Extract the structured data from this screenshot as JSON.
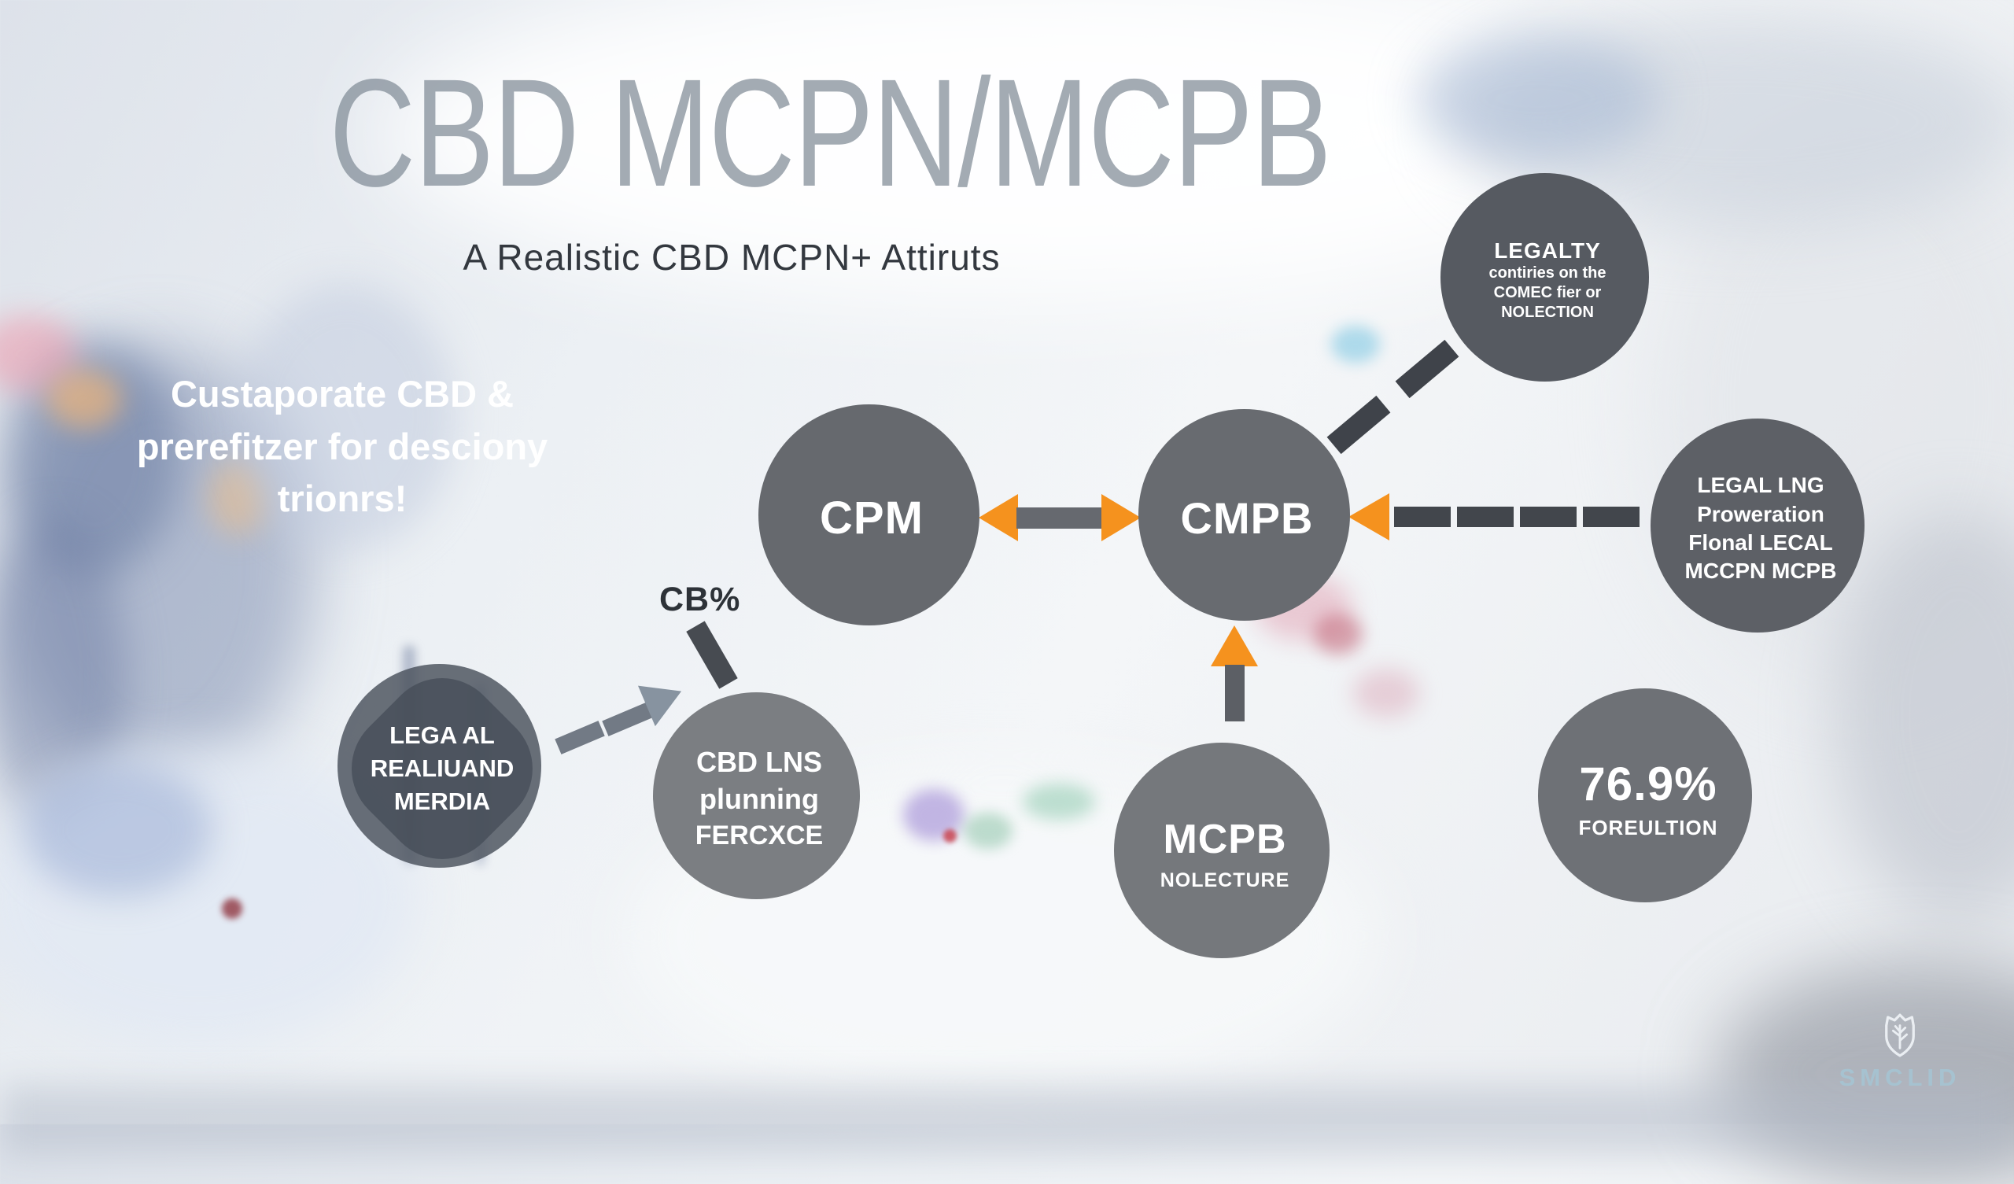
{
  "header": {
    "title": "CBD MCPN/MCPB",
    "subtitle": "A Realistic CBD MCPN+ Attiruts"
  },
  "tagline": {
    "lines": [
      "Custaporate CBD &",
      "prerefitzer for desciony",
      "trionrs!"
    ]
  },
  "labels": {
    "cb_percent": "CB%"
  },
  "nodes": {
    "legalty": {
      "title": "LEGALTY",
      "lines": [
        "contiries on the",
        "COMEC fier or",
        "NOLECTION"
      ]
    },
    "cpm": {
      "title": "CPM"
    },
    "cmpb": {
      "title": "CMPB"
    },
    "legal_lng": {
      "lines": [
        "LEGAL LNG",
        "Proweration",
        "Flonal LECAL",
        "MCCPN MCPB"
      ]
    },
    "lega_al": {
      "lines": [
        "LEGA AL",
        "REALIUAND",
        "MERDIA"
      ]
    },
    "cbd_lns": {
      "lines": [
        "CBD LNS",
        "plunning",
        "FERCXCE"
      ]
    },
    "mcpb": {
      "title": "MCPB",
      "subtitle": "NOLECTURE"
    },
    "foreultion": {
      "title": "76.9%",
      "subtitle": "FOREULTION"
    }
  },
  "logo": {
    "text": "SMCLID"
  },
  "colors": {
    "accent_orange": "#f5921e",
    "node_outer_dark": "#41454c",
    "node_inner_gray": "#686b70",
    "connector_gray": "#66696f",
    "dash_dark": "#42464c",
    "dash_blue_gray": "#727a85",
    "arrow_blue_gray": "#8793a0",
    "title_gray": "#808a96",
    "logo_blue": "#a6c4d3"
  }
}
